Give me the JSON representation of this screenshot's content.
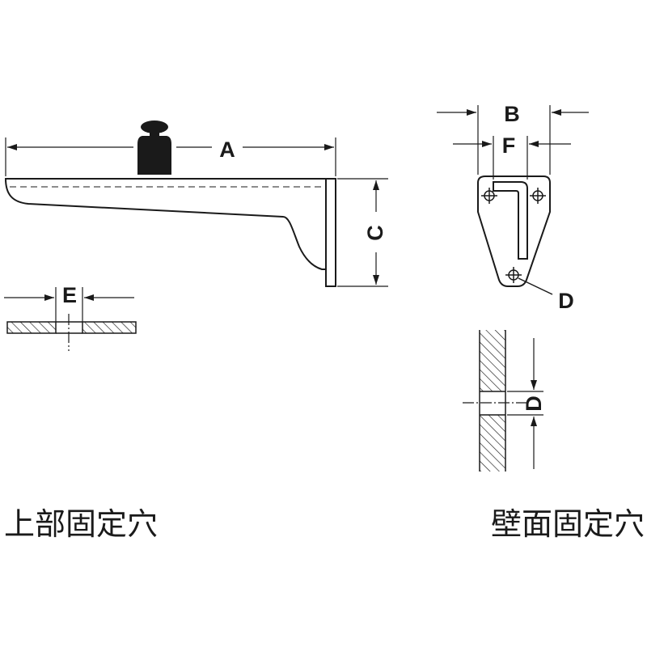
{
  "dimensions": {
    "a": "A",
    "b": "B",
    "c": "C",
    "d": "D",
    "d_section": "D",
    "e": "E",
    "f": "F"
  },
  "captions": {
    "top_mount_holes": "上部固定穴",
    "wall_mount_holes": "壁面固定穴"
  },
  "colors": {
    "ink": "#1a1a1a",
    "background": "#ffffff"
  }
}
